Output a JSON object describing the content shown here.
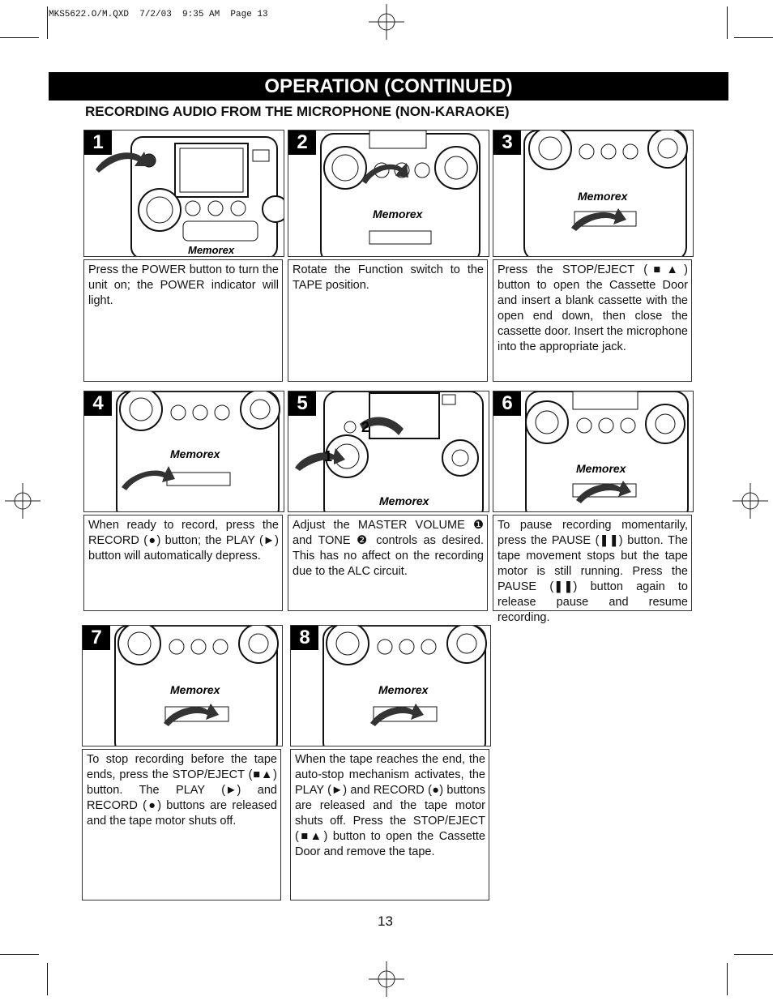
{
  "print_slug": "MKS5622.O/M.QXD  7/2/03  9:35 AM  Page 13",
  "header": {
    "title": "OPERATION (CONTINUED)"
  },
  "section": {
    "title": "RECORDING AUDIO FROM THE MICROPHONE (NON-KARAOKE)"
  },
  "brand": "Memorex",
  "steps": [
    {
      "number": "1",
      "text": "Press the POWER button to turn the unit on; the POWER indicator will light."
    },
    {
      "number": "2",
      "text": "Rotate the Function switch to the TAPE position."
    },
    {
      "number": "3",
      "text": "Press the STOP/EJECT (■▲) button to open the Cassette Door and insert a blank cassette with the open end down, then close the cassette door. Insert the microphone into the appropriate jack."
    },
    {
      "number": "4",
      "text": "When ready to record, press the RECORD (●) button; the PLAY (►) button will automatically depress."
    },
    {
      "number": "5",
      "text": "Adjust the MASTER VOLUME ❶ and TONE ❷ controls as desired. This has no affect on the recording due to the ALC circuit.",
      "callouts": [
        "1",
        "2"
      ]
    },
    {
      "number": "6",
      "text": "To pause recording momentarily, press the PAUSE (❚❚) button. The tape movement stops but the tape motor is still running. Press the PAUSE (❚❚) button again to release pause and resume recording."
    },
    {
      "number": "7",
      "text": "To stop recording before the tape ends, press the STOP/EJECT (■▲) button. The PLAY (►) and RECORD (●) buttons are released and the tape motor shuts off."
    },
    {
      "number": "8",
      "text": "When the tape reaches the end, the auto-stop mechanism activates, the PLAY (►) and RECORD (●) buttons are released and the tape motor shuts off. Press the STOP/EJECT (■▲) button to open the Cassette Door and remove the tape."
    }
  ],
  "page_number": "13"
}
